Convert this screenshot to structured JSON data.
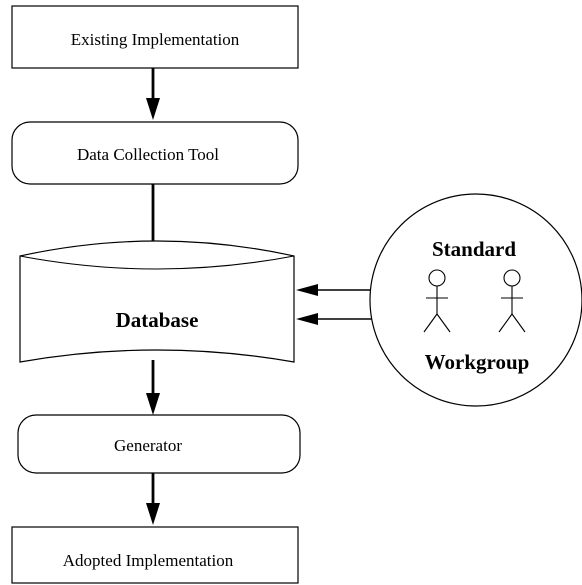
{
  "nodes": {
    "existing": {
      "label": "Existing Implementation"
    },
    "collection": {
      "label": "Data Collection Tool"
    },
    "database": {
      "label": "Database"
    },
    "generator": {
      "label": "Generator"
    },
    "adopted": {
      "label": "Adopted Implementation"
    }
  },
  "workgroup": {
    "line1": "Standard",
    "line2": "Workgroup",
    "member_count": 2
  },
  "edges": [
    {
      "from": "Existing Implementation",
      "to": "Data Collection Tool"
    },
    {
      "from": "Data Collection Tool",
      "to": "Database"
    },
    {
      "from": "Standard Workgroup",
      "to": "Database"
    },
    {
      "from": "Standard Workgroup",
      "to": "Database"
    },
    {
      "from": "Database",
      "to": "Generator"
    },
    {
      "from": "Generator",
      "to": "Adopted Implementation"
    }
  ]
}
